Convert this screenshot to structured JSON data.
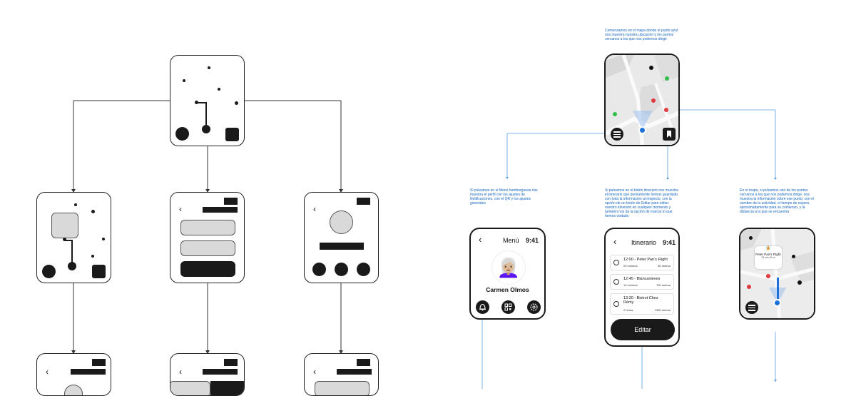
{
  "notes": {
    "start": "Comenzamos en el mapa donde el punto azul nos muestra nuestra ubicación y los puntos cercanos a los que nos podemos dirigir",
    "menu": "Si pulsamos en el Menú hamburguesa nos muestra el perfil con los ajustes de Notificaciones, con el QR y los ajustes generales",
    "itinerary": "Si pulsamos en el botón itinerario nos muestra el itinerario que previamente hemos guardado con toda la información al respecto, con la opción de un botón de Editar para editar nuestro itinerario en cualquier momento y también nos da la opción de marcar lo que hemos visitado",
    "map": "En el mapa, si pulsamos uno de los puntos cercanos a los que nos podemos dirige, nos muestra la información sobre ese punto, con el nombre de la actividad, el tiempo de espera aproximadamente para su comienzo, y la distancia a la que se encuentra"
  },
  "menu_screen": {
    "title": "Menú",
    "time": "9:41",
    "user_name": "Carmen Olmos",
    "avatar_emoji": "👩🏼‍🦳"
  },
  "itinerary_screen": {
    "title": "Itinerario",
    "time": "9:41",
    "items": [
      {
        "title": "12:00 - Peter Pan's Flight",
        "wait": "25 minutos",
        "distance": "50 metros"
      },
      {
        "title": "12:45 - Blancanieves",
        "wait": "10 minutos",
        "distance": "700 metros"
      },
      {
        "title": "13:30 - Bistrot Chez Rémy",
        "wait": "2 horas",
        "distance": "1350 metros"
      }
    ],
    "edit_label": "Editar"
  },
  "map_popup": {
    "title": "Peter Pan's Flight",
    "wait": "25 min",
    "distance": "50 m"
  },
  "colors": {
    "annotation": "#1565c0",
    "location": "#1e6fd9",
    "green": "#2fbf4a",
    "red": "#e0393e"
  }
}
